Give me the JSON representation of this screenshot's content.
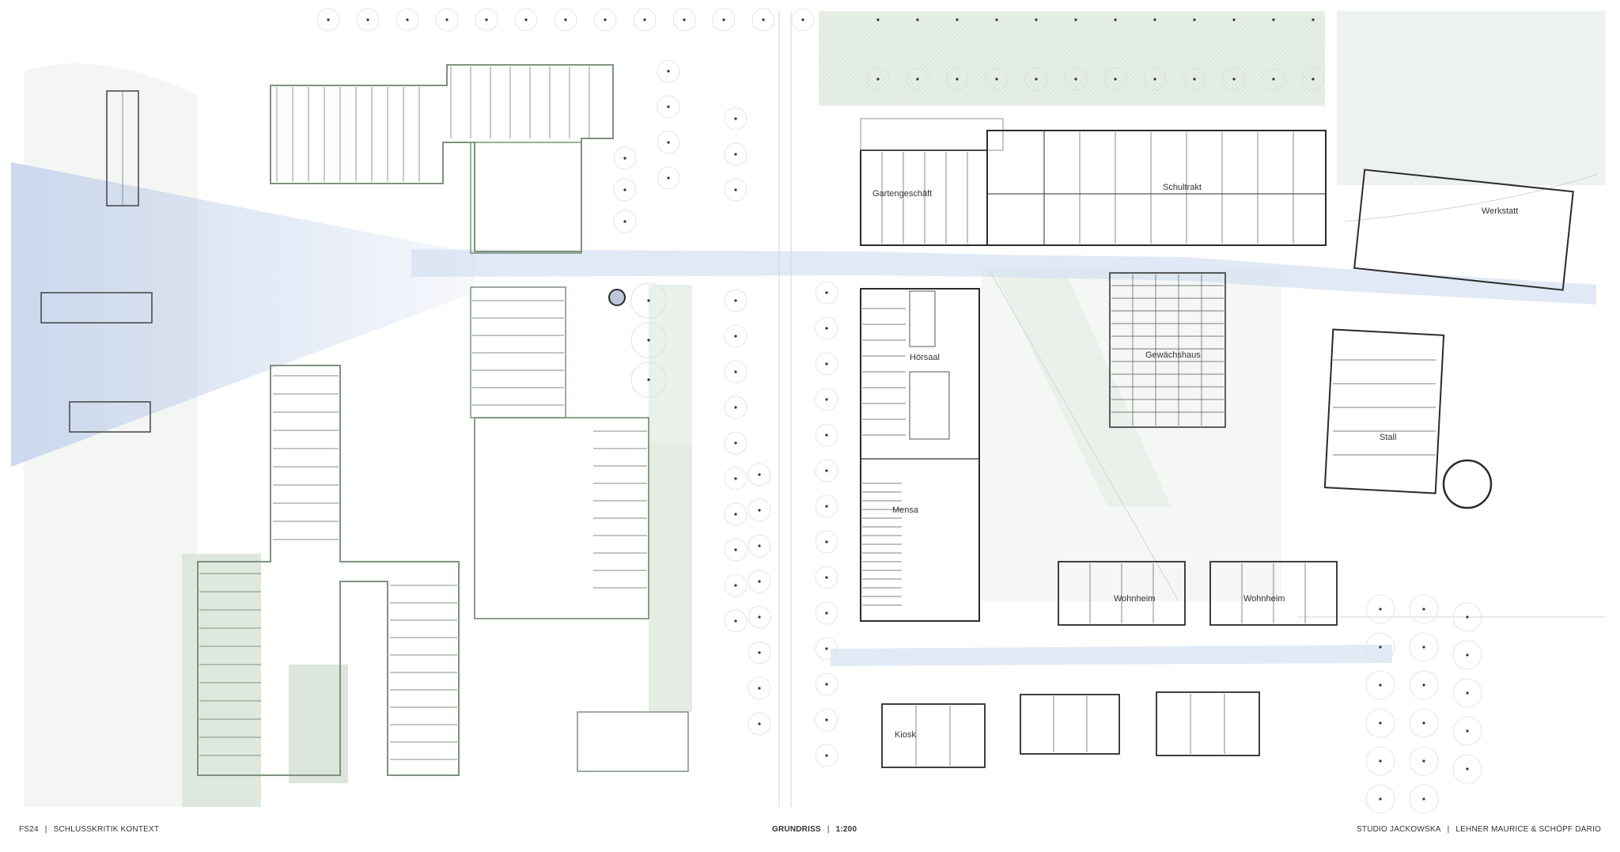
{
  "labels": {
    "gartengeschaeft": "Gartengeschäft",
    "schultrakt": "Schultrakt",
    "werkstatt": "Werkstatt",
    "hoersaal": "Hörsaal",
    "gewaechshaus": "Gewächshaus",
    "stall": "Stall",
    "mensa": "Mensa",
    "wohnheim_1": "Wohnheim",
    "wohnheim_2": "Wohnheim",
    "kiosk": "Kiosk"
  },
  "footer": {
    "course": "FS24",
    "critique": "SCHLUSSKRITIK KONTEXT",
    "drawing": "GRUNDRISS",
    "scale": "1:200",
    "studio": "STUDIO JACKOWSKA",
    "authors": "LEHNER MAURICE & SCHÖPF DARIO"
  },
  "colors": {
    "wall_dark": "#2b2b2b",
    "wall_green": "#7f927f",
    "landscape_green": "#dfe8df",
    "water_blue": "#c9d8ef",
    "view_cone": "#d3def0"
  }
}
